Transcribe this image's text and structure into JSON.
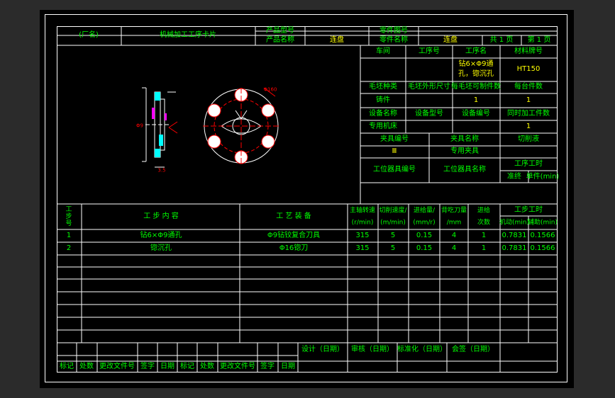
{
  "header": {
    "factory": "(厂名)",
    "card_title": "机械加工工序卡片",
    "product_model_label": "产品型号",
    "part_drawing_no_label": "零件图号",
    "product_name_label": "产品名称",
    "product_name_value": "连盘",
    "part_name_label": "零件名称",
    "part_name_value": "连盘",
    "total_pages": "共 1 页",
    "page_no": "第 1 页"
  },
  "info": {
    "workshop": "车间",
    "process_no": "工序号",
    "process_name": "工序名",
    "material_no": "材料牌号",
    "process_name_value": "钻6×Φ9通孔，锪沉孔",
    "material_value": "HT150",
    "blank_type": "毛坯种类",
    "blank_size": "毛坯外形尺寸",
    "parts_per_blank": "每毛坯可制件数",
    "parts_per_unit": "每台件数",
    "blank_type_value": "铸件",
    "parts_per_blank_value": "1",
    "parts_per_unit_value": "1",
    "equip_name": "设备名称",
    "equip_model": "设备型号",
    "equip_no": "设备编号",
    "simul_parts": "同时加工件数",
    "equip_name_value": "专用机床",
    "simul_parts_value": "1",
    "fixture_no": "夹具编号",
    "fixture_name": "夹具名称",
    "coolant": "切削液",
    "fixture_no_value": "Ⅲ",
    "fixture_name_value": "专用夹具",
    "station_tool_no": "工位器具编号",
    "station_tool_name": "工位器具名称",
    "process_hours": "工序工时",
    "prep_end": "准终",
    "unit_time": "单件(min)"
  },
  "steps_header": {
    "step_no": "工步号",
    "content": "工 步 内 容",
    "equipment": "工 艺 装 备",
    "spindle": "主轴转速",
    "spindle_unit": "(r/min)",
    "cut_speed": "切削速度/",
    "cut_speed_unit": "(m/min)",
    "feed": "进给量/",
    "feed_unit": "(mm/r)",
    "depth": "背吃刀量",
    "depth_unit": "/mm",
    "passes": "进给",
    "passes2": "次数",
    "step_hours": "工步工时",
    "machine_time": "机动(min)",
    "aux_time": "辅助(min)"
  },
  "steps": [
    {
      "no": "1",
      "content": "钻6×Φ9通孔",
      "equip": "Φ9钻铰复合刀具",
      "spindle": "315",
      "speed": "5",
      "feed": "0.15",
      "depth": "4",
      "passes": "1",
      "machine": "0.7831",
      "aux": "0.1566"
    },
    {
      "no": "2",
      "content": "锪沉孔",
      "equip": "Φ16锪刀",
      "spindle": "315",
      "speed": "5",
      "feed": "0.15",
      "depth": "4",
      "passes": "1",
      "machine": "0.7831",
      "aux": "0.1566"
    }
  ],
  "footer": {
    "design": "设计（日期）",
    "review": "审核（日期）",
    "standard": "标准化（日期）",
    "sign": "会签（日期）",
    "mark": "标记",
    "count": "处数",
    "change_doc": "更改文件号",
    "signature": "签字",
    "date": "日期"
  },
  "drawing": {
    "dim_left": "Φ9",
    "dim_right": "Φ160",
    "dim_bottom": "3.5"
  }
}
